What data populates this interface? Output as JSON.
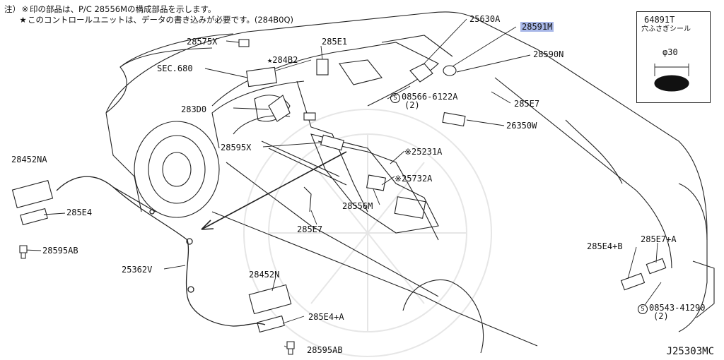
{
  "notes": {
    "line1_prefix": "注）",
    "line1_symbol": "※",
    "line1_text": "印の部品は、P/C 28556Mの構成部品を示します。",
    "line2_symbol": "★",
    "line2_text": "このコントロールユニットは、データの書き込みが必要です。(284B0Q)"
  },
  "inset": {
    "part_number": "64891T",
    "description": "穴ふさぎシール",
    "dimension": "φ30"
  },
  "part_labels": {
    "p25630A": "25630A",
    "p28591M": "28591M",
    "p28575X": "28575X",
    "p285E1": "285E1",
    "p284B2": "★284B2",
    "p28590N": "28590N",
    "sec680": "SEC.680",
    "p08566": "08566-6122A",
    "p08566_qty": "(2)",
    "p285E7_top": "285E7",
    "p283D0": "283D0",
    "p26350W": "26350W",
    "p28595X": "28595X",
    "p25231A": "※25231A",
    "p28452NA": "28452NA",
    "p25732A": "※25732A",
    "p285E4": "285E4",
    "p28556M": "28556M",
    "p285E7_mid": "285E7",
    "p28595AB_top": "28595AB",
    "p285E4B": "285E4+B",
    "p285E7A": "285E7+A",
    "p25362V": "25362V",
    "p28452N": "28452N",
    "p285E4A": "285E4+A",
    "p08543": "08543-41290",
    "p08543_qty": "(2)",
    "p28595AB_bot": "28595AB"
  },
  "screw_symbol": "S",
  "highlight_color": "#a9b8e8",
  "drawing_number": "J25303MC"
}
